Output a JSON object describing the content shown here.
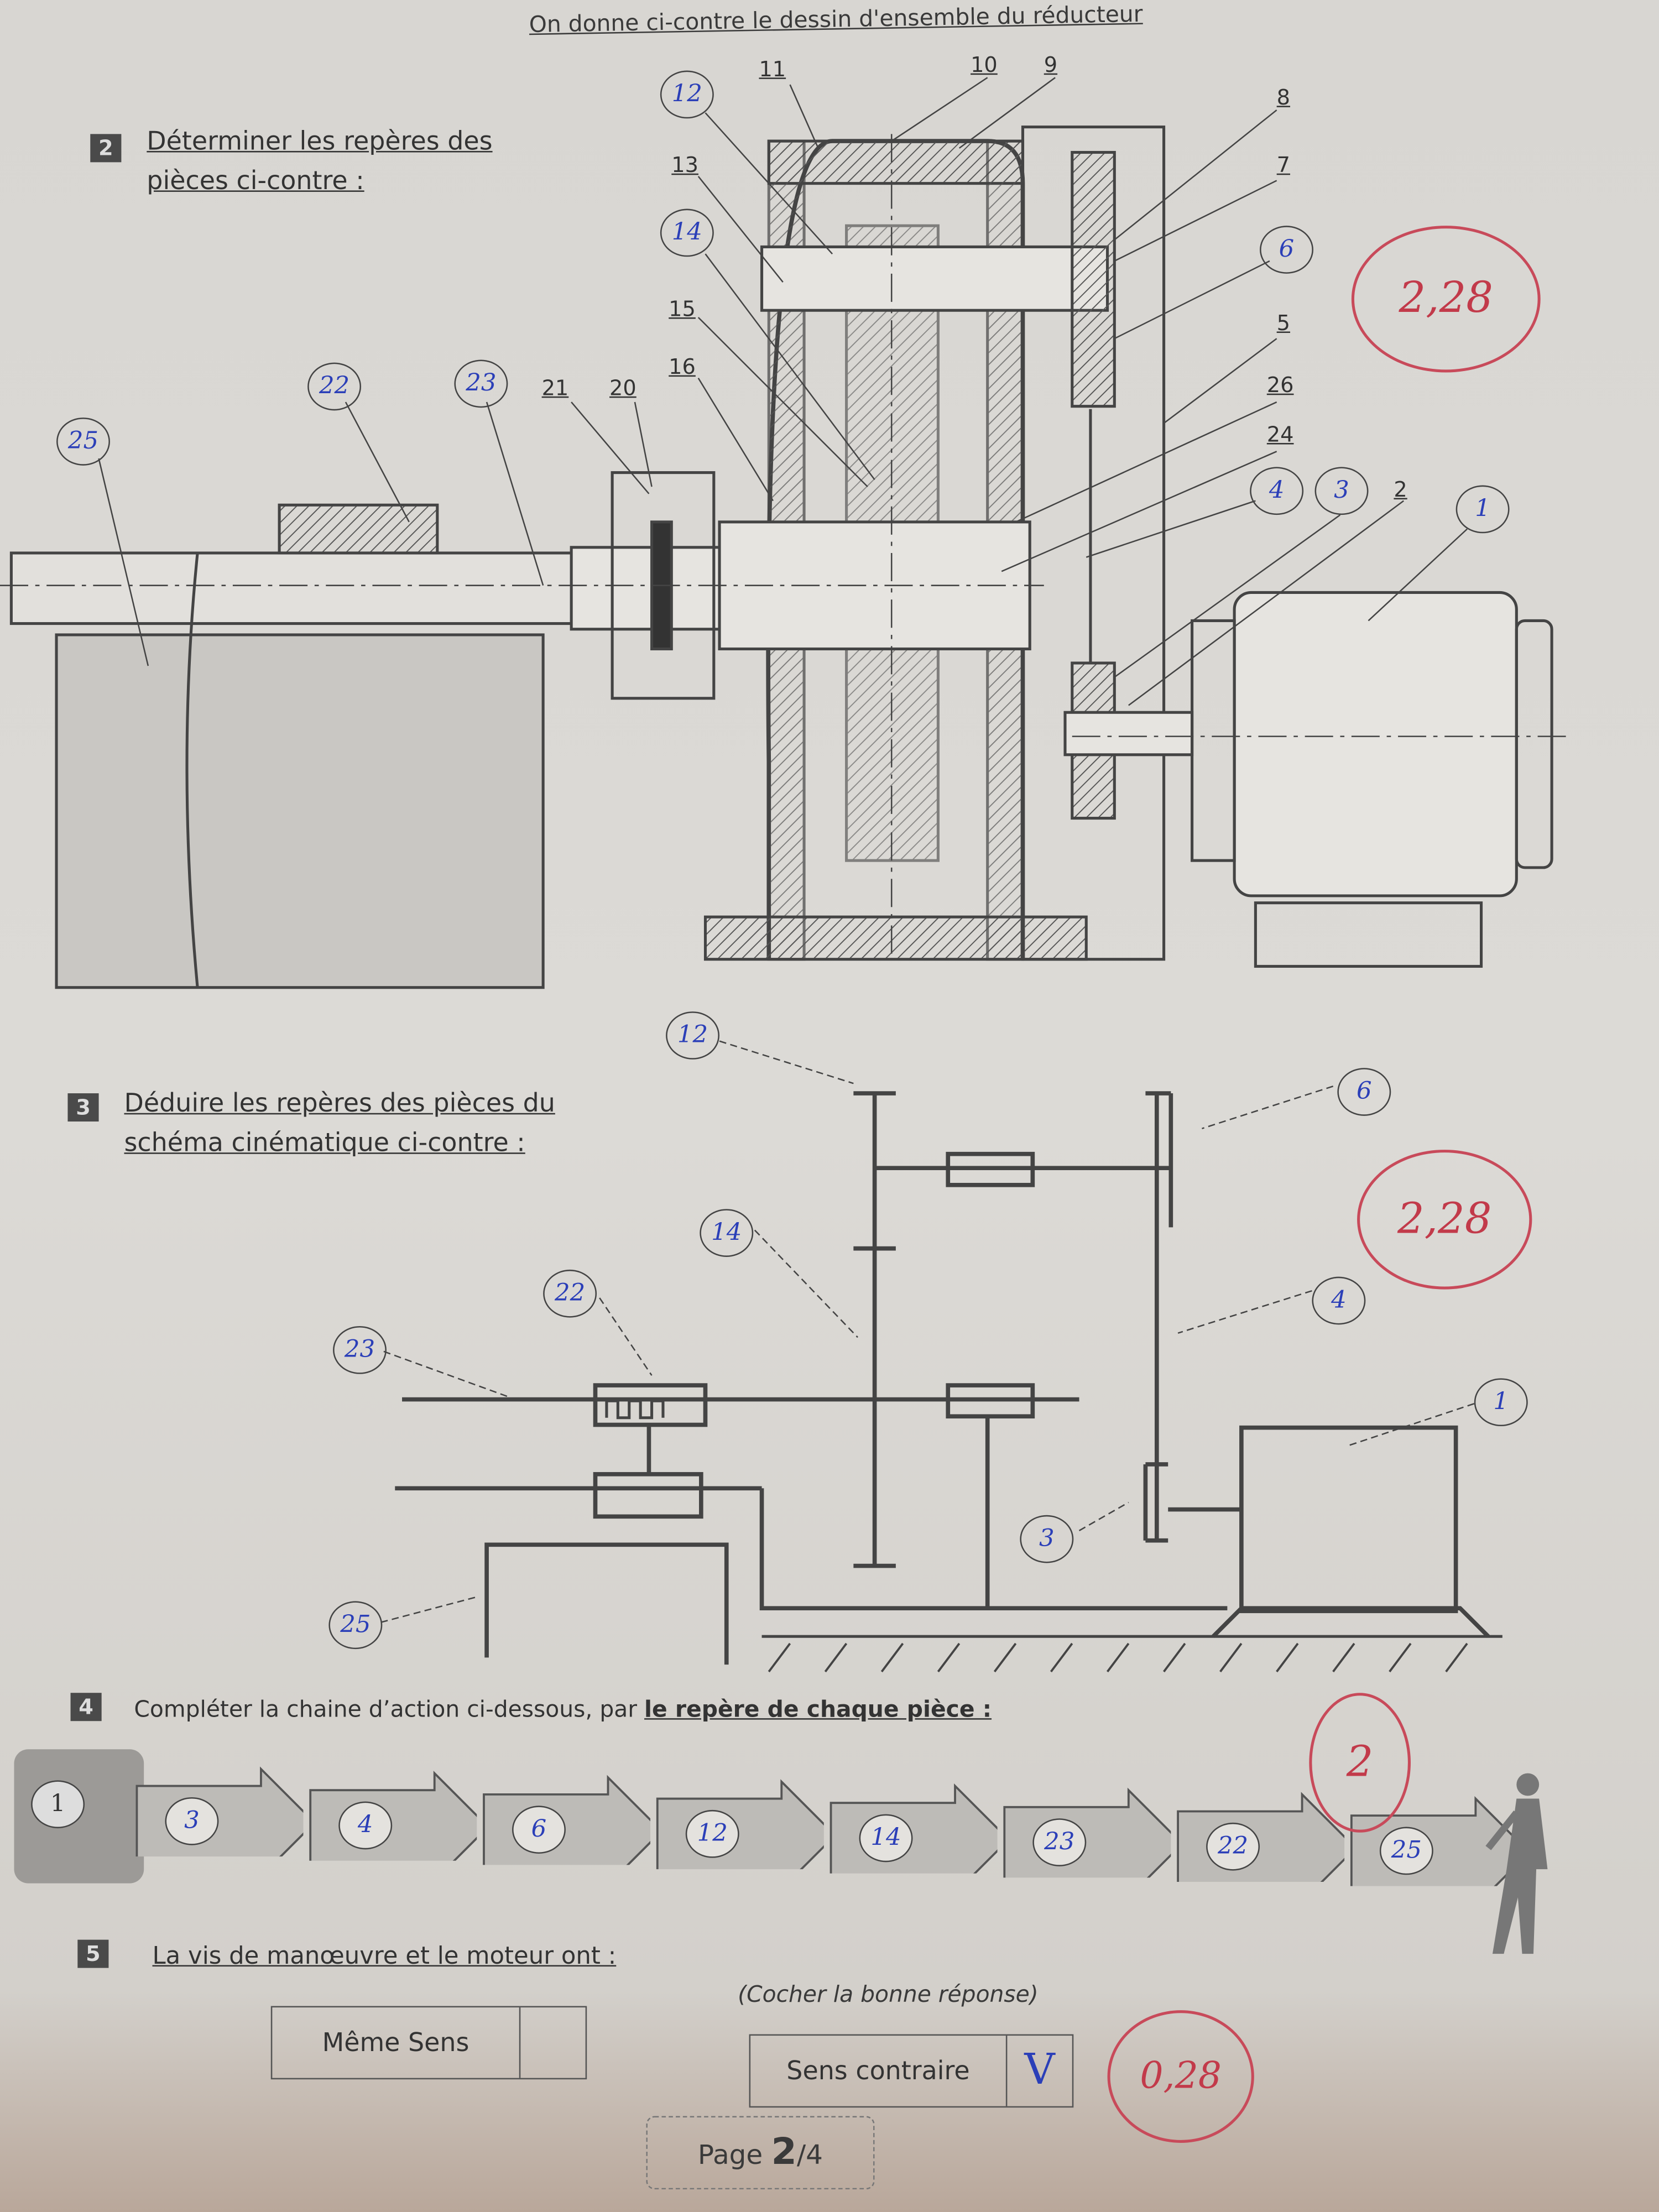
{
  "header": {
    "intro": "On donne ci-contre le dessin d'ensemble du réducteur"
  },
  "q2": {
    "number": "2",
    "title_line1": "Déterminer les repères des",
    "title_line2": "pièces ci-contre :",
    "printed_labels": [
      "11",
      "10",
      "9",
      "8",
      "7",
      "5",
      "26",
      "24",
      "2",
      "13",
      "15",
      "16",
      "21",
      "20"
    ],
    "answers": [
      "12",
      "14",
      "6",
      "4",
      "3",
      "1",
      "22",
      "23",
      "25"
    ],
    "score": "2,28"
  },
  "q3": {
    "number": "3",
    "title_line1": "Déduire les repères des pièces du",
    "title_line2": "schéma cinématique ci-contre :",
    "answers": [
      "12",
      "6",
      "14",
      "22",
      "23",
      "4",
      "1",
      "3",
      "25"
    ],
    "score": "2,28"
  },
  "q4": {
    "number": "4",
    "title_plain": "Compléter la chaine d’action ci-dessous, par ",
    "title_underlined": "le repère de chaque pièce :",
    "motor_label": "1",
    "chain": [
      "3",
      "4",
      "6",
      "12",
      "14",
      "23",
      "22",
      "25"
    ],
    "score": "2"
  },
  "q5": {
    "number": "5",
    "title": "La vis de manœuvre et le moteur ont :",
    "hint": "(Cocher la bonne réponse)",
    "options": [
      {
        "label": "Même Sens",
        "mark": ""
      },
      {
        "label": "Sens contraire",
        "mark": "V"
      }
    ],
    "score": "0,28"
  },
  "footer": {
    "page_prefix": "Page ",
    "page_current": "2",
    "page_total": "/4"
  }
}
